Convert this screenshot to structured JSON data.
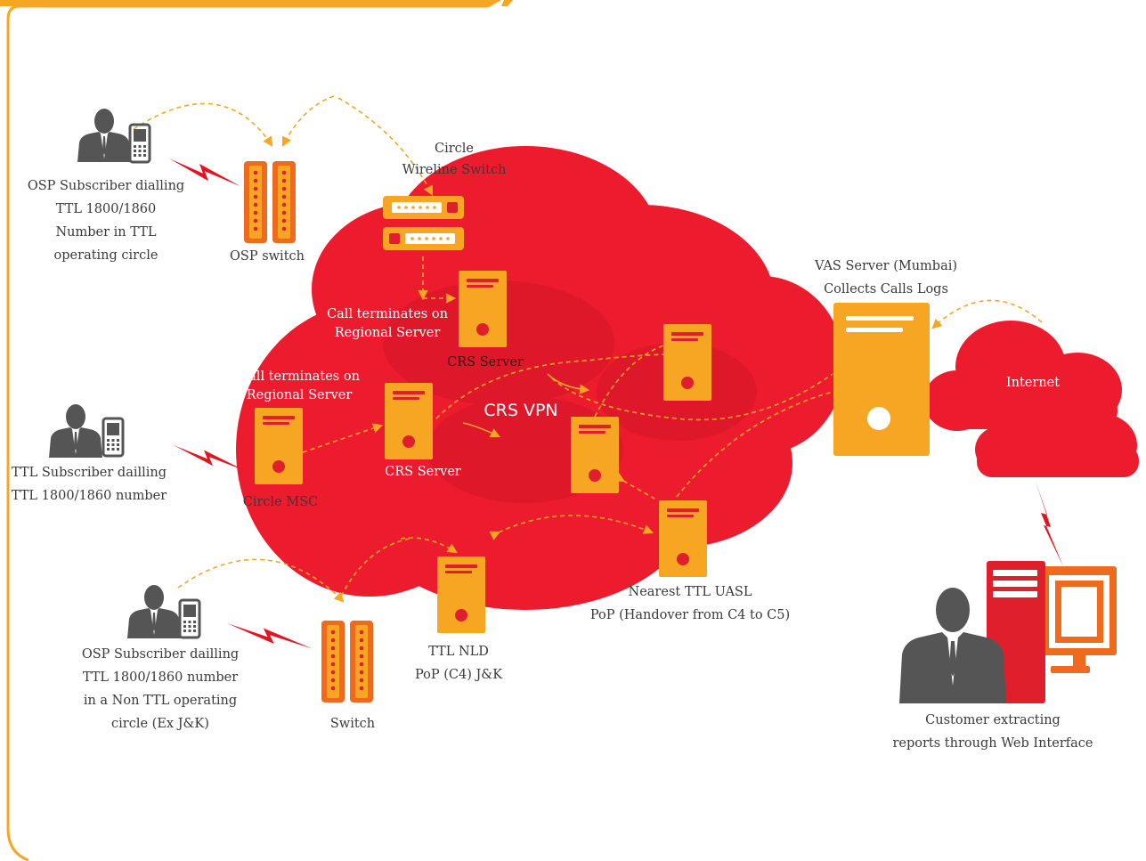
{
  "colors": {
    "accent_orange": "#f6a623",
    "deep_orange": "#ef6a1c",
    "cloud_red": "#ec1c2e",
    "server_red": "#e01f2d",
    "person_gray": "#555555",
    "link_dash": "#f5a623"
  },
  "icons": {
    "person": "business-person-icon",
    "phone": "mobile-phone-icon",
    "server": "server-tower-icon",
    "switch": "switch-rack-icon",
    "rack": "rack-unit-icon",
    "monitor": "monitor-icon",
    "cloud": "cloud-icon",
    "lightning": "lightning-link-icon"
  },
  "labels": {
    "osp_sub1": [
      "OSP Subscriber dialling",
      "TTL 1800/1860",
      "Number in TTL",
      "operating circle"
    ],
    "osp_switch": [
      "OSP switch"
    ],
    "circle_wireline": [
      "Circle",
      "Wireline Switch"
    ],
    "call_term1": [
      "Call terminates on",
      "Regional Server"
    ],
    "crs_server_top": [
      "CRS Server"
    ],
    "call_term2": [
      "Call terminates on",
      "Regional Server"
    ],
    "ttl_sub": [
      "TTL Subscriber dailling",
      "TTL 1800/1860 number"
    ],
    "circle_msc": [
      "Circle MSC"
    ],
    "crs_server_mid": [
      "CRS Server"
    ],
    "crs_vpn": [
      "CRS VPN"
    ],
    "vas_server": [
      "VAS Server (Mumbai)",
      "Collects Calls Logs"
    ],
    "internet": [
      "Internet"
    ],
    "nearest_uasl": [
      "Nearest TTL UASL",
      "PoP (Handover from C4 to C5)"
    ],
    "ttl_nld": [
      "TTL NLD",
      "PoP (C4) J&K"
    ],
    "osp_sub2": [
      "OSP Subscriber dailling",
      "TTL 1800/1860 number",
      "in a Non TTL operating",
      "circle (Ex J&K)"
    ],
    "switch": [
      "Switch"
    ],
    "customer": [
      "Customer extracting",
      "reports through Web Interface"
    ]
  }
}
